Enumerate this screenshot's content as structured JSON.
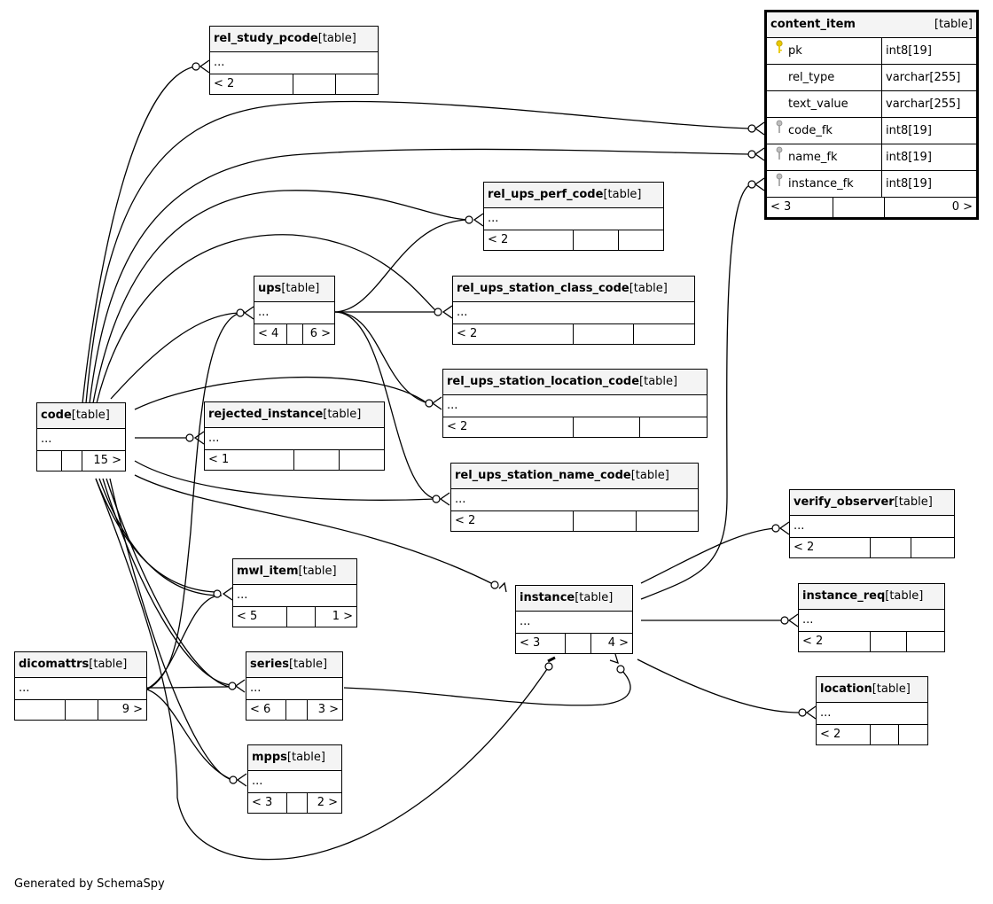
{
  "footer": "Generated by SchemaSpy",
  "tag": "[table]",
  "tables": {
    "rel_study_pcode": {
      "name": "rel_study_pcode",
      "ellipsis": "...",
      "foot": [
        "< 2",
        "",
        ""
      ]
    },
    "rel_ups_perf_code": {
      "name": "rel_ups_perf_code",
      "ellipsis": "...",
      "foot": [
        "< 2",
        "",
        ""
      ]
    },
    "ups": {
      "name": "ups",
      "ellipsis": "...",
      "foot": [
        "< 4",
        "",
        "6 >"
      ]
    },
    "rel_ups_station_class_code": {
      "name": "rel_ups_station_class_code",
      "ellipsis": "...",
      "foot": [
        "< 2",
        "",
        ""
      ]
    },
    "rel_ups_station_location_code": {
      "name": "rel_ups_station_location_code",
      "ellipsis": "...",
      "foot": [
        "< 2",
        "",
        ""
      ]
    },
    "code": {
      "name": "code",
      "ellipsis": "...",
      "foot": [
        "",
        "",
        "15 >"
      ]
    },
    "rejected_instance": {
      "name": "rejected_instance",
      "ellipsis": "...",
      "foot": [
        "< 1",
        "",
        ""
      ]
    },
    "rel_ups_station_name_code": {
      "name": "rel_ups_station_name_code",
      "ellipsis": "...",
      "foot": [
        "< 2",
        "",
        ""
      ]
    },
    "verify_observer": {
      "name": "verify_observer",
      "ellipsis": "...",
      "foot": [
        "< 2",
        "",
        ""
      ]
    },
    "mwl_item": {
      "name": "mwl_item",
      "ellipsis": "...",
      "foot": [
        "< 5",
        "",
        "1 >"
      ]
    },
    "instance": {
      "name": "instance",
      "ellipsis": "...",
      "foot": [
        "< 3",
        "",
        "4 >"
      ]
    },
    "instance_req": {
      "name": "instance_req",
      "ellipsis": "...",
      "foot": [
        "< 2",
        "",
        ""
      ]
    },
    "dicomattrs": {
      "name": "dicomattrs",
      "ellipsis": "...",
      "foot": [
        "",
        "",
        "9 >"
      ]
    },
    "series": {
      "name": "series",
      "ellipsis": "...",
      "foot": [
        "< 6",
        "",
        "3 >"
      ]
    },
    "location": {
      "name": "location",
      "ellipsis": "...",
      "foot": [
        "< 2",
        "",
        ""
      ]
    },
    "mpps": {
      "name": "mpps",
      "ellipsis": "...",
      "foot": [
        "< 3",
        "",
        "2 >"
      ]
    }
  },
  "content_item": {
    "name": "content_item",
    "tag": "[table]",
    "columns": [
      {
        "name": "pk",
        "type": "int8[19]",
        "key": "primary-key-icon"
      },
      {
        "name": "rel_type",
        "type": "varchar[255]",
        "key": ""
      },
      {
        "name": "text_value",
        "type": "varchar[255]",
        "key": ""
      },
      {
        "name": "code_fk",
        "type": "int8[19]",
        "key": "foreign-key-icon"
      },
      {
        "name": "name_fk",
        "type": "int8[19]",
        "key": "foreign-key-icon"
      },
      {
        "name": "instance_fk",
        "type": "int8[19]",
        "key": "foreign-key-icon"
      }
    ],
    "foot": [
      "< 3",
      "",
      "0 >"
    ]
  },
  "colors": {
    "primary_key": "#e8c800",
    "foreign_key": "#9a9a9a",
    "header_bg": "#f4f4f4"
  }
}
